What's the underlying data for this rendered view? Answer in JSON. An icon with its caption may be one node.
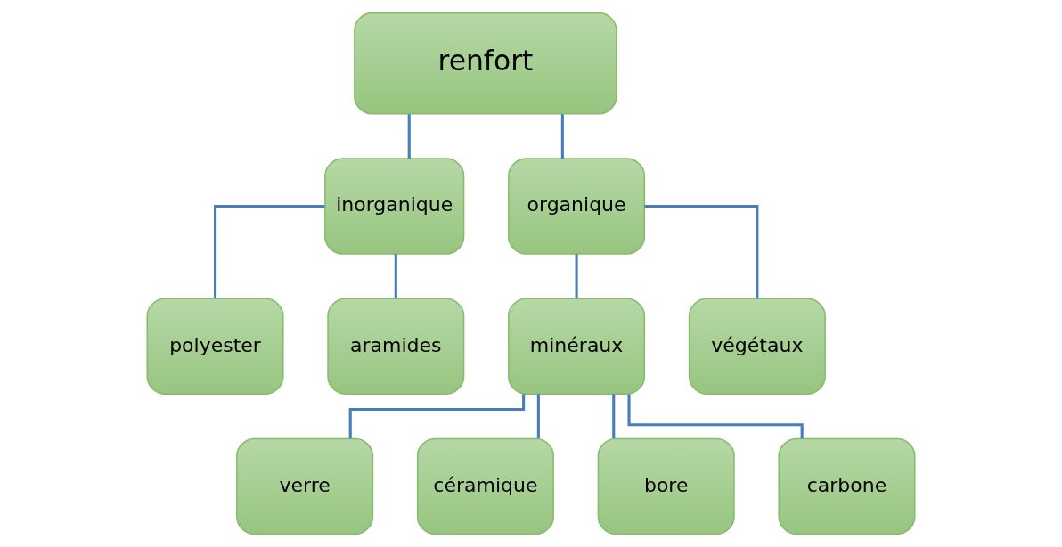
{
  "diagram": {
    "nodes": [
      {
        "text": [
          "renfort"
        ]
      },
      {
        "text": [
          "inorganique"
        ]
      },
      {
        "text": [
          "organique"
        ]
      },
      {
        "text": [
          "polyester"
        ]
      },
      {
        "text": [
          "aramides"
        ]
      },
      {
        "text": [
          "minéraux"
        ]
      },
      {
        "text": [
          "végétaux"
        ]
      },
      {
        "text": [
          "verre"
        ]
      },
      {
        "text": [
          "céramique"
        ]
      },
      {
        "text": [
          "bore"
        ]
      },
      {
        "text": [
          "carbone"
        ]
      }
    ],
    "edges": [
      {
        "from": 0,
        "to": 1,
        "arrow": "none"
      },
      {
        "from": 0,
        "to": 2,
        "arrow": "none"
      },
      {
        "from": 1,
        "to": 3,
        "arrow": "none"
      },
      {
        "from": 1,
        "to": 4,
        "arrow": "none"
      },
      {
        "from": 2,
        "to": 5,
        "arrow": "none"
      },
      {
        "from": 2,
        "to": 6,
        "arrow": "none"
      },
      {
        "from": 5,
        "to": 7,
        "arrow": "none"
      },
      {
        "from": 5,
        "to": 8,
        "arrow": "none"
      },
      {
        "from": 5,
        "to": 9,
        "arrow": "none"
      },
      {
        "from": 5,
        "to": 10,
        "arrow": "none"
      }
    ]
  }
}
